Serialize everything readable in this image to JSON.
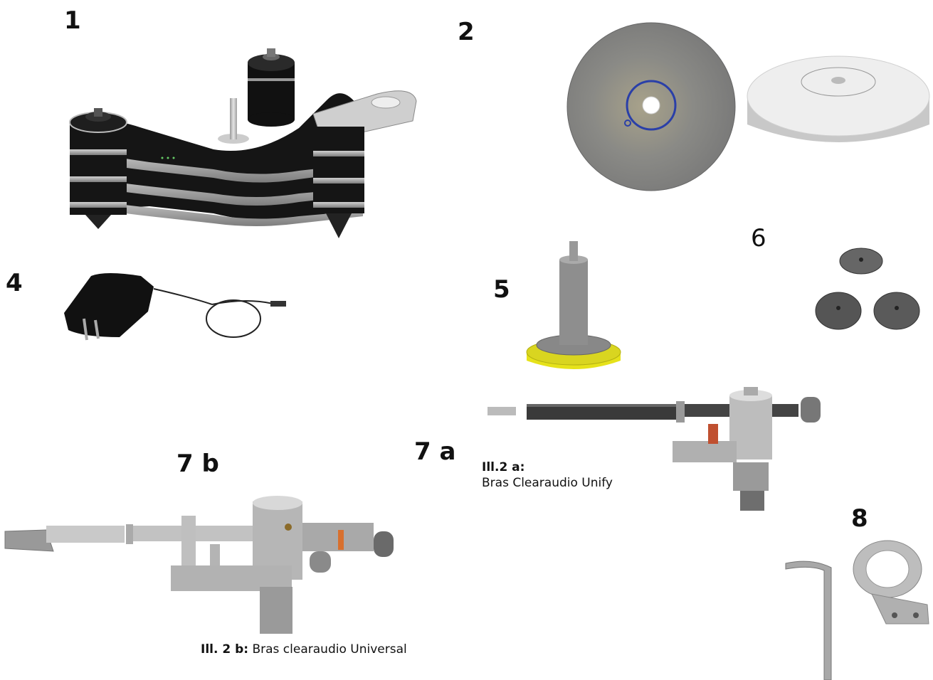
{
  "labels": {
    "item1": "1",
    "item2": "2",
    "item4": "4",
    "item5": "5",
    "item6": "6",
    "item7a": "7 a",
    "item7b": "7 b",
    "item8": "8"
  },
  "captions": {
    "arm_a_label": "Ill.2 a:",
    "arm_a_text": "Bras Clearaudio Unify",
    "arm_b_label": "Ill. 2 b:",
    "arm_b_text": " Bras clearaudio Universal"
  },
  "colors": {
    "chassis": "#151515",
    "stripe": "#9a9a9a",
    "metal": "#b8b8b8",
    "disc": "#8c8c8c",
    "blue_ring": "#2a3fa8",
    "yellow": "#e6e21a",
    "carbon": "#3a3a3a"
  },
  "icons": [
    "turntable-chassis-illustration",
    "platter-disc-illustration",
    "platter-base-illustration",
    "power-adapter-illustration",
    "spindle-weight-illustration",
    "feet-illustration",
    "tonearm-unify-illustration",
    "tonearm-universal-illustration",
    "allen-key-illustration",
    "clamp-ring-illustration"
  ]
}
